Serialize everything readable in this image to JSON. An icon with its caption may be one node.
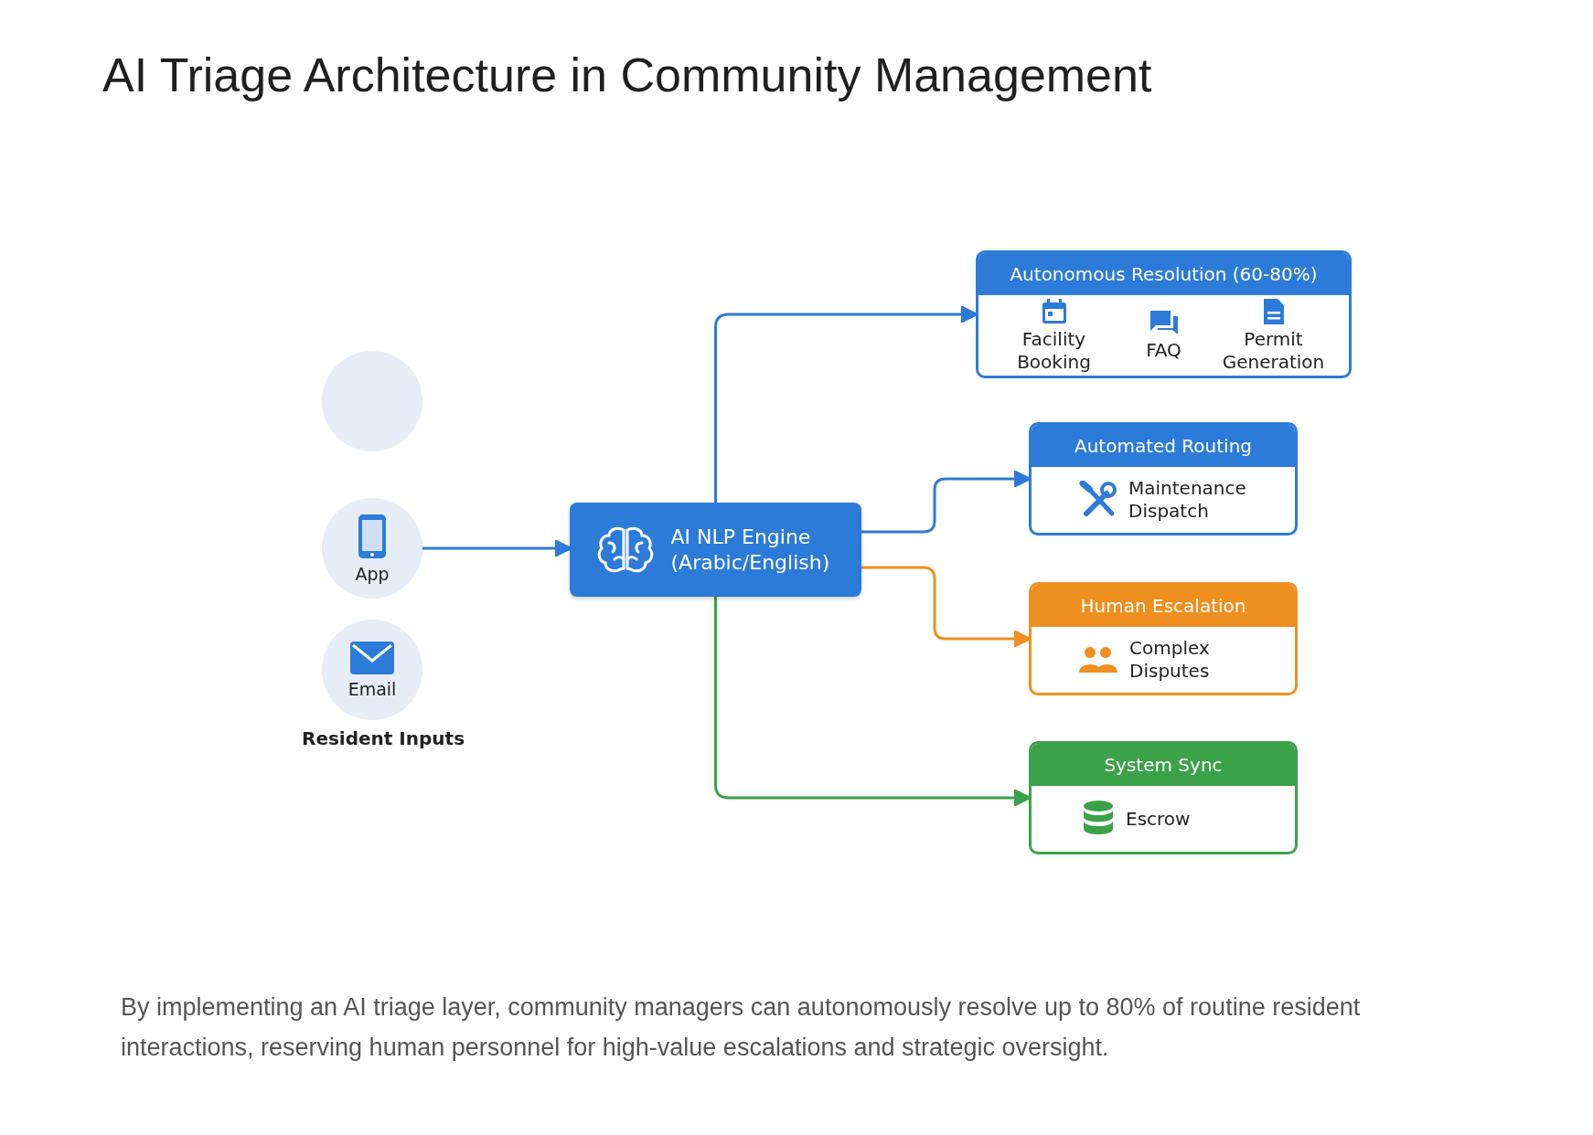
{
  "diagram": {
    "title": "AI Triage Architecture in Community Management",
    "caption": "By implementing an AI triage layer, community managers can autonomously resolve up to 80% of routine resident interactions, reserving human personnel for high-value escalations and strategic oversight.",
    "nodes": [
      {
        "text": [],
        "shape": "circle"
      },
      {
        "text": [
          "App"
        ]
      },
      {
        "text": [
          "Email"
        ]
      },
      {
        "text": [
          "AI NLP Engine (Arabic/English)"
        ]
      },
      {
        "text": [
          "Autonomous Resolution (60-80%)",
          "Facility Booking",
          "FAQ",
          "Permit Generation"
        ]
      },
      {
        "text": [
          "Automated Routing",
          "Maintenance Dispatch"
        ]
      },
      {
        "text": [
          "Human Escalation",
          "Complex Disputes"
        ]
      },
      {
        "text": [
          "System Sync",
          "Escrow"
        ]
      }
    ],
    "edges": [
      {
        "from": 1,
        "to": 3,
        "arrow": "to"
      },
      {
        "from": 3,
        "to": 4,
        "arrow": "to"
      },
      {
        "from": 3,
        "to": 5,
        "arrow": "to"
      },
      {
        "from": 3,
        "to": 6,
        "arrow": "to",
        "color": "#ef8f1f"
      },
      {
        "from": 3,
        "to": 7,
        "arrow": "to",
        "color": "#3ba24a"
      }
    ],
    "labels": [
      "Resident Inputs"
    ]
  }
}
